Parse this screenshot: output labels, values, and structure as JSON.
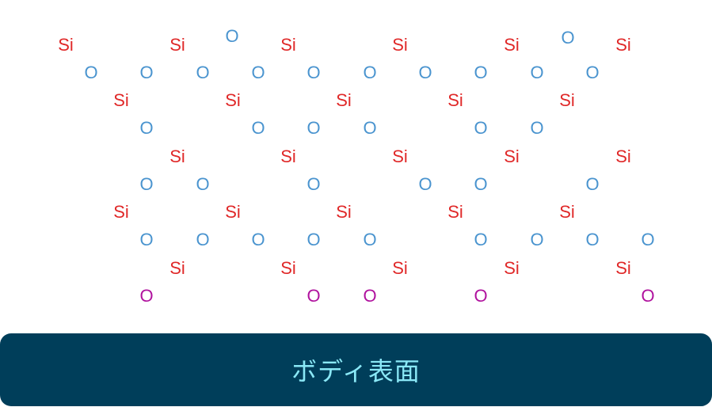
{
  "colors": {
    "silicon": "#e02828",
    "oxygen": "#4a94cf",
    "surface_oxygen": "#b0129e",
    "surface_bg": "#003e5a",
    "surface_text": "#8ae8f6"
  },
  "symbols": {
    "silicon": "Si",
    "oxygen": "O"
  },
  "surface": {
    "label": "ボディ表面"
  }
}
